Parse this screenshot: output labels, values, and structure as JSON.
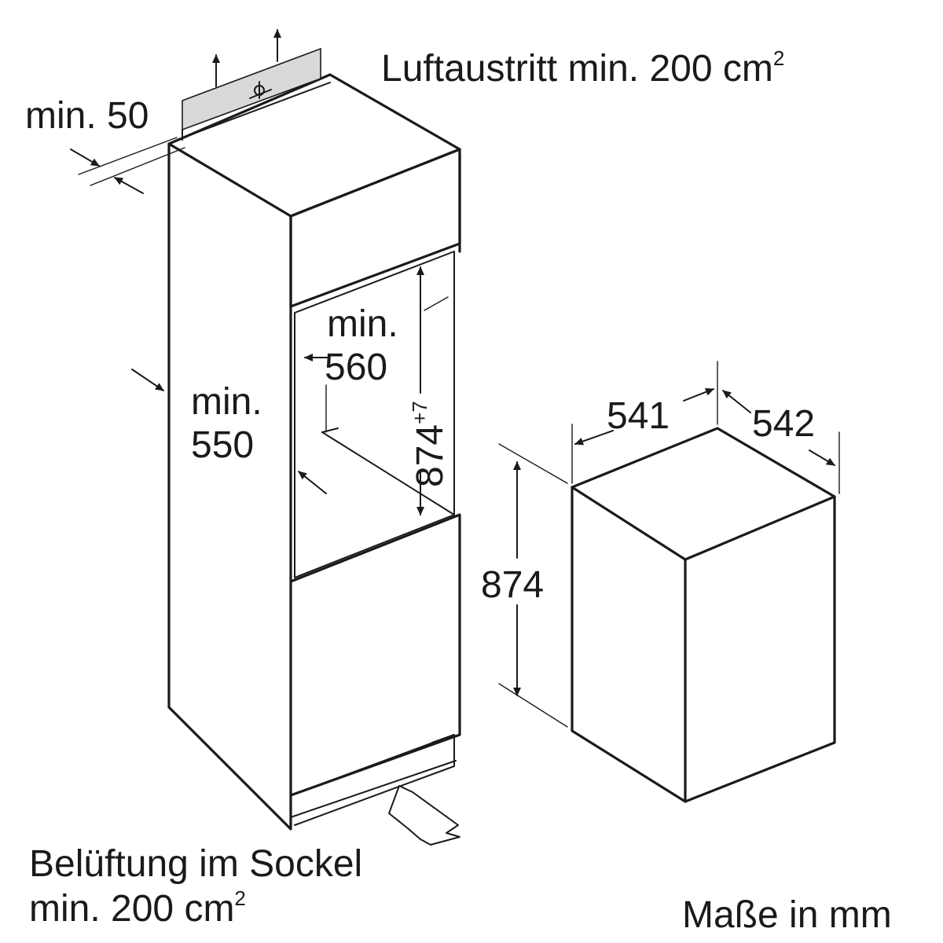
{
  "labels": {
    "air_outlet": "Luftaustritt min. 200 cm",
    "air_outlet_sup": "2",
    "gap_top": "min. 50",
    "depth_min_line1": "min.",
    "depth_min_line2": "550",
    "width_min_line1": "min.",
    "width_min_line2": "560",
    "niche_height": "874",
    "niche_height_tol": "+7",
    "appliance_width": "541",
    "appliance_depth": "542",
    "appliance_height": "874",
    "base_vent_line1": "Belüftung im Sockel",
    "base_vent_line2": "min. 200 cm",
    "base_vent_sup": "2",
    "units_note": "Maße in mm"
  },
  "colors": {
    "line": "#1a1a1a",
    "vent_fill": "#d9d9d9",
    "background": "#ffffff"
  }
}
